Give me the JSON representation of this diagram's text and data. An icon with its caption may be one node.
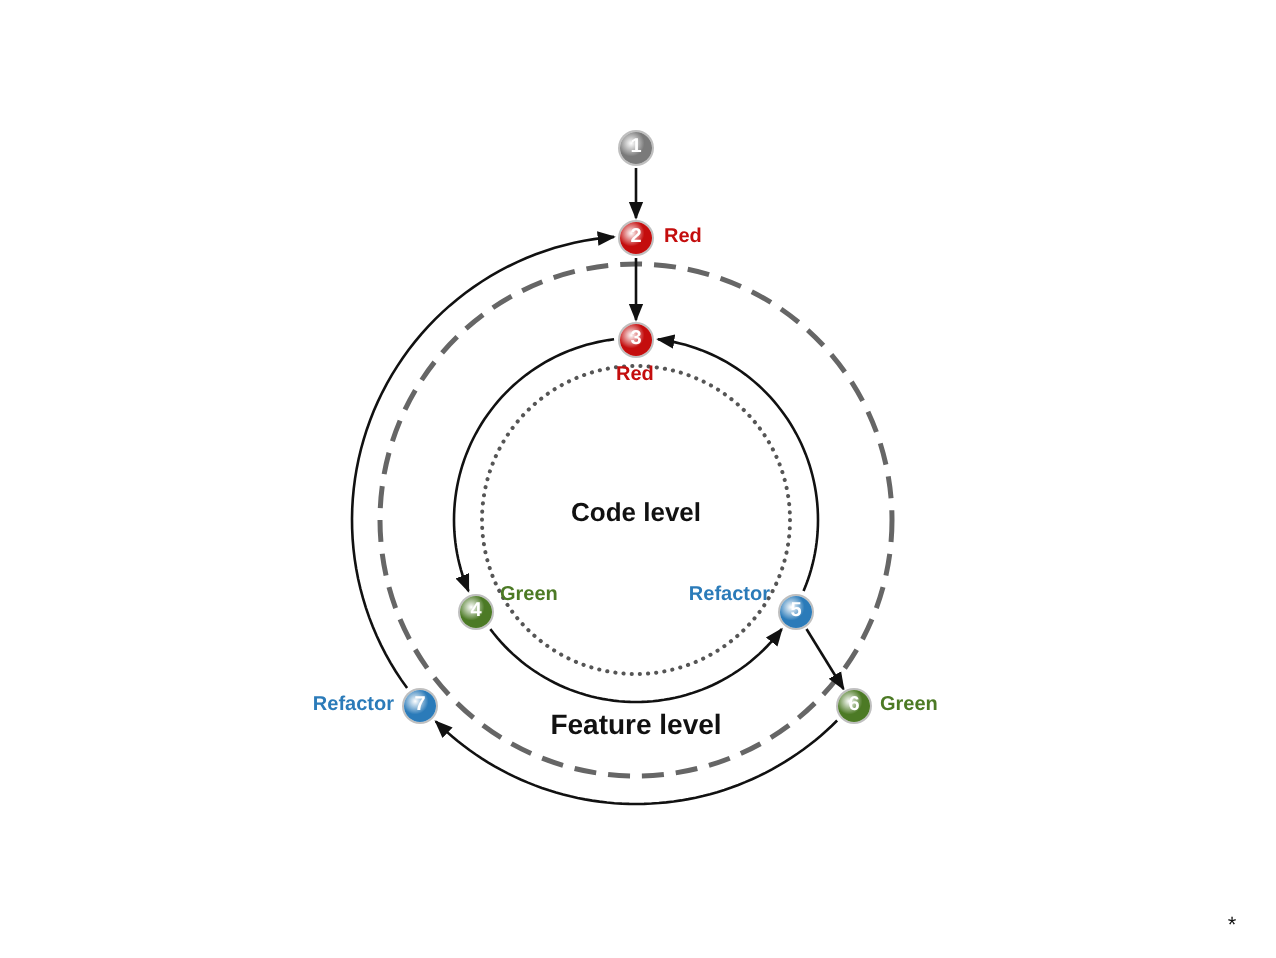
{
  "diagram": {
    "nodes": [
      {
        "text": [
          "1"
        ]
      },
      {
        "text": [
          "2"
        ],
        "beside": [
          "Red"
        ]
      },
      {
        "text": [
          "3"
        ],
        "beside": [
          "Red"
        ]
      },
      {
        "text": [
          "4"
        ],
        "beside": [
          "Green"
        ]
      },
      {
        "text": [
          "5"
        ],
        "beside": [
          "Refactor"
        ]
      },
      {
        "text": [
          "6"
        ],
        "beside": [
          "Green"
        ]
      },
      {
        "text": [
          "7"
        ],
        "beside": [
          "Refactor"
        ]
      }
    ],
    "edges": [
      {
        "from": 0,
        "to": 1,
        "arrow": "to"
      },
      {
        "from": 1,
        "to": 2,
        "arrow": "to"
      },
      {
        "from": 2,
        "to": 3,
        "arrow": "to"
      },
      {
        "from": 3,
        "to": 4,
        "arrow": "to"
      },
      {
        "from": 4,
        "to": 2,
        "arrow": "to"
      },
      {
        "from": 4,
        "to": 5,
        "arrow": "to"
      },
      {
        "from": 5,
        "to": 6,
        "arrow": "to"
      },
      {
        "from": 6,
        "to": 1,
        "arrow": "to"
      }
    ],
    "labels": [
      "Code level",
      "Feature level",
      "*"
    ]
  }
}
